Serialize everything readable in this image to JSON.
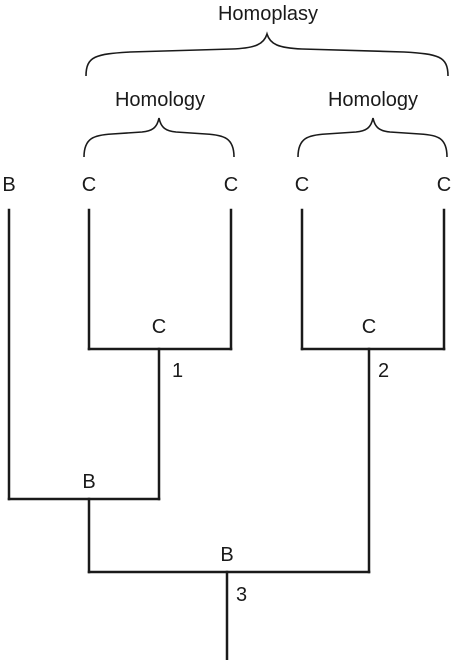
{
  "braces": {
    "homoplasy_label": "Homoplasy",
    "homology_left_label": "Homology",
    "homology_right_label": "Homology"
  },
  "tips": {
    "tip_1": "B",
    "tip_2": "C",
    "tip_3": "C",
    "tip_4": "C",
    "tip_5": "C"
  },
  "internal_states": {
    "node_1_state": "C",
    "node_2_state": "C",
    "node_b_state": "B",
    "node_3_state": "B"
  },
  "node_numbers": {
    "node_1": "1",
    "node_2": "2",
    "node_3": "3"
  },
  "colors": {
    "line": "#1a1a1a",
    "background": "#ffffff"
  }
}
